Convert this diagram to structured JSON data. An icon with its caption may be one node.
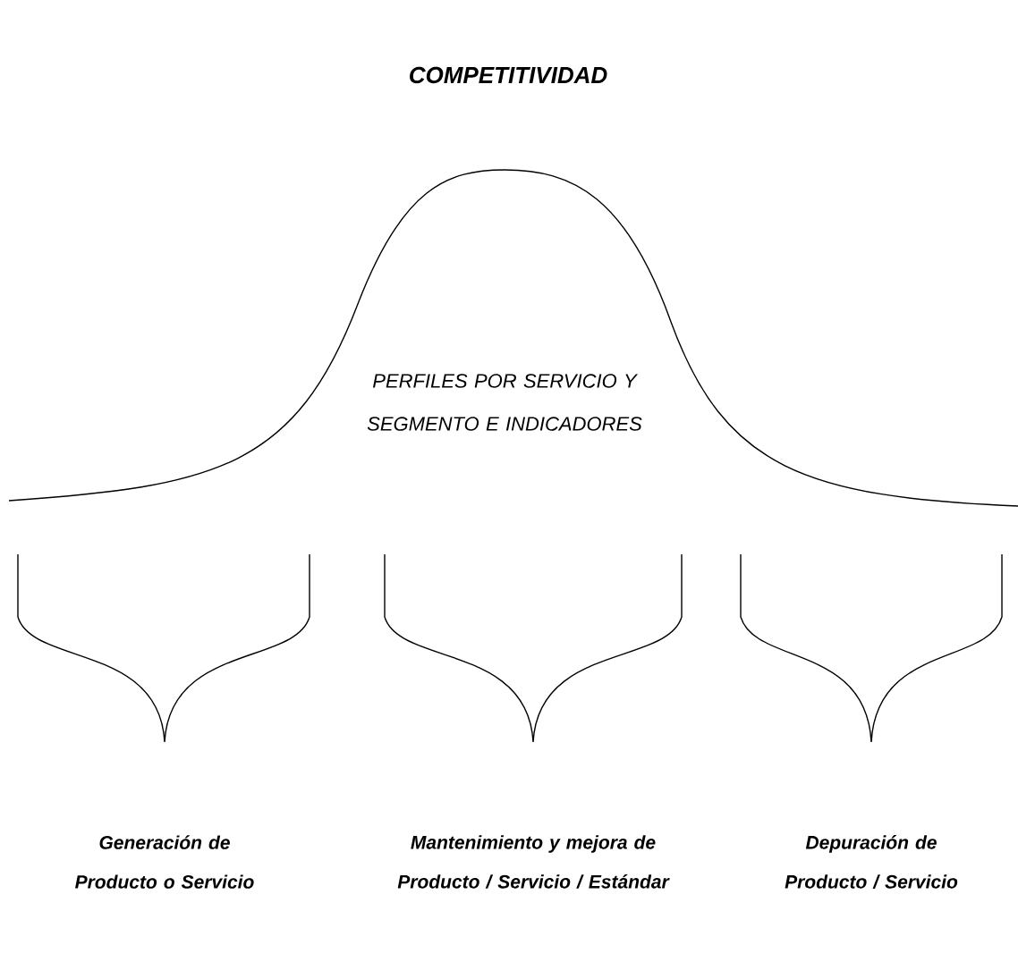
{
  "diagram": {
    "title": "COMPETITIVIDAD",
    "labels": [
      "PERFILES POR SERVICIO Y SEGMENTO E INDICADORES",
      "Generación de Producto o Servicio",
      "Mantenimiento y mejora de Producto / Servicio / Estándar",
      "Depuración de Producto / Servicio"
    ]
  }
}
